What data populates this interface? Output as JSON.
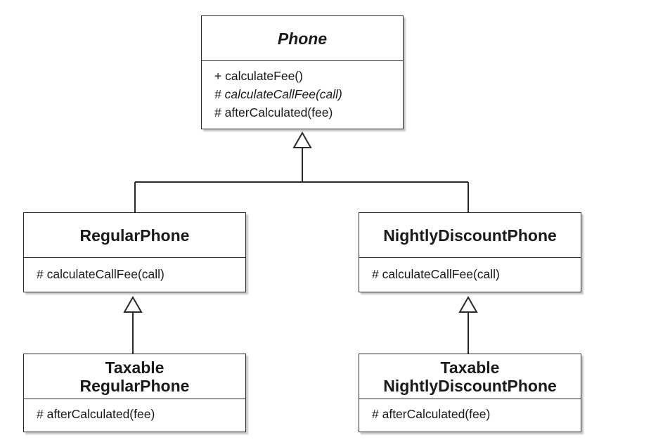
{
  "diagram": {
    "type": "uml-class-diagram",
    "classes": {
      "phone": {
        "name": "Phone",
        "abstract": true,
        "members": [
          {
            "text": "+ calculateFee()",
            "abstract": false
          },
          {
            "text": "# calculateCallFee(call)",
            "abstract": true
          },
          {
            "text": "# afterCalculated(fee)",
            "abstract": false
          }
        ]
      },
      "regular_phone": {
        "name": "RegularPhone",
        "members": [
          {
            "text": "# calculateCallFee(call)",
            "abstract": false
          }
        ]
      },
      "nightly_discount_phone": {
        "name": "NightlyDiscountPhone",
        "members": [
          {
            "text": "# calculateCallFee(call)",
            "abstract": false
          }
        ]
      },
      "taxable_regular_phone": {
        "name_lines": [
          "Taxable",
          "RegularPhone"
        ],
        "members": [
          {
            "text": "# afterCalculated(fee)",
            "abstract": false
          }
        ]
      },
      "taxable_nightly_discount_phone": {
        "name_lines": [
          "Taxable",
          "NightlyDiscountPhone"
        ],
        "members": [
          {
            "text": "# afterCalculated(fee)",
            "abstract": false
          }
        ]
      }
    },
    "relations": [
      {
        "kind": "generalization",
        "from": "regular_phone",
        "to": "phone"
      },
      {
        "kind": "generalization",
        "from": "nightly_discount_phone",
        "to": "phone"
      },
      {
        "kind": "generalization",
        "from": "taxable_regular_phone",
        "to": "regular_phone"
      },
      {
        "kind": "generalization",
        "from": "taxable_nightly_discount_phone",
        "to": "nightly_discount_phone"
      }
    ],
    "colors": {
      "line": "#2a2a2a",
      "box_fill": "#ffffff"
    }
  }
}
